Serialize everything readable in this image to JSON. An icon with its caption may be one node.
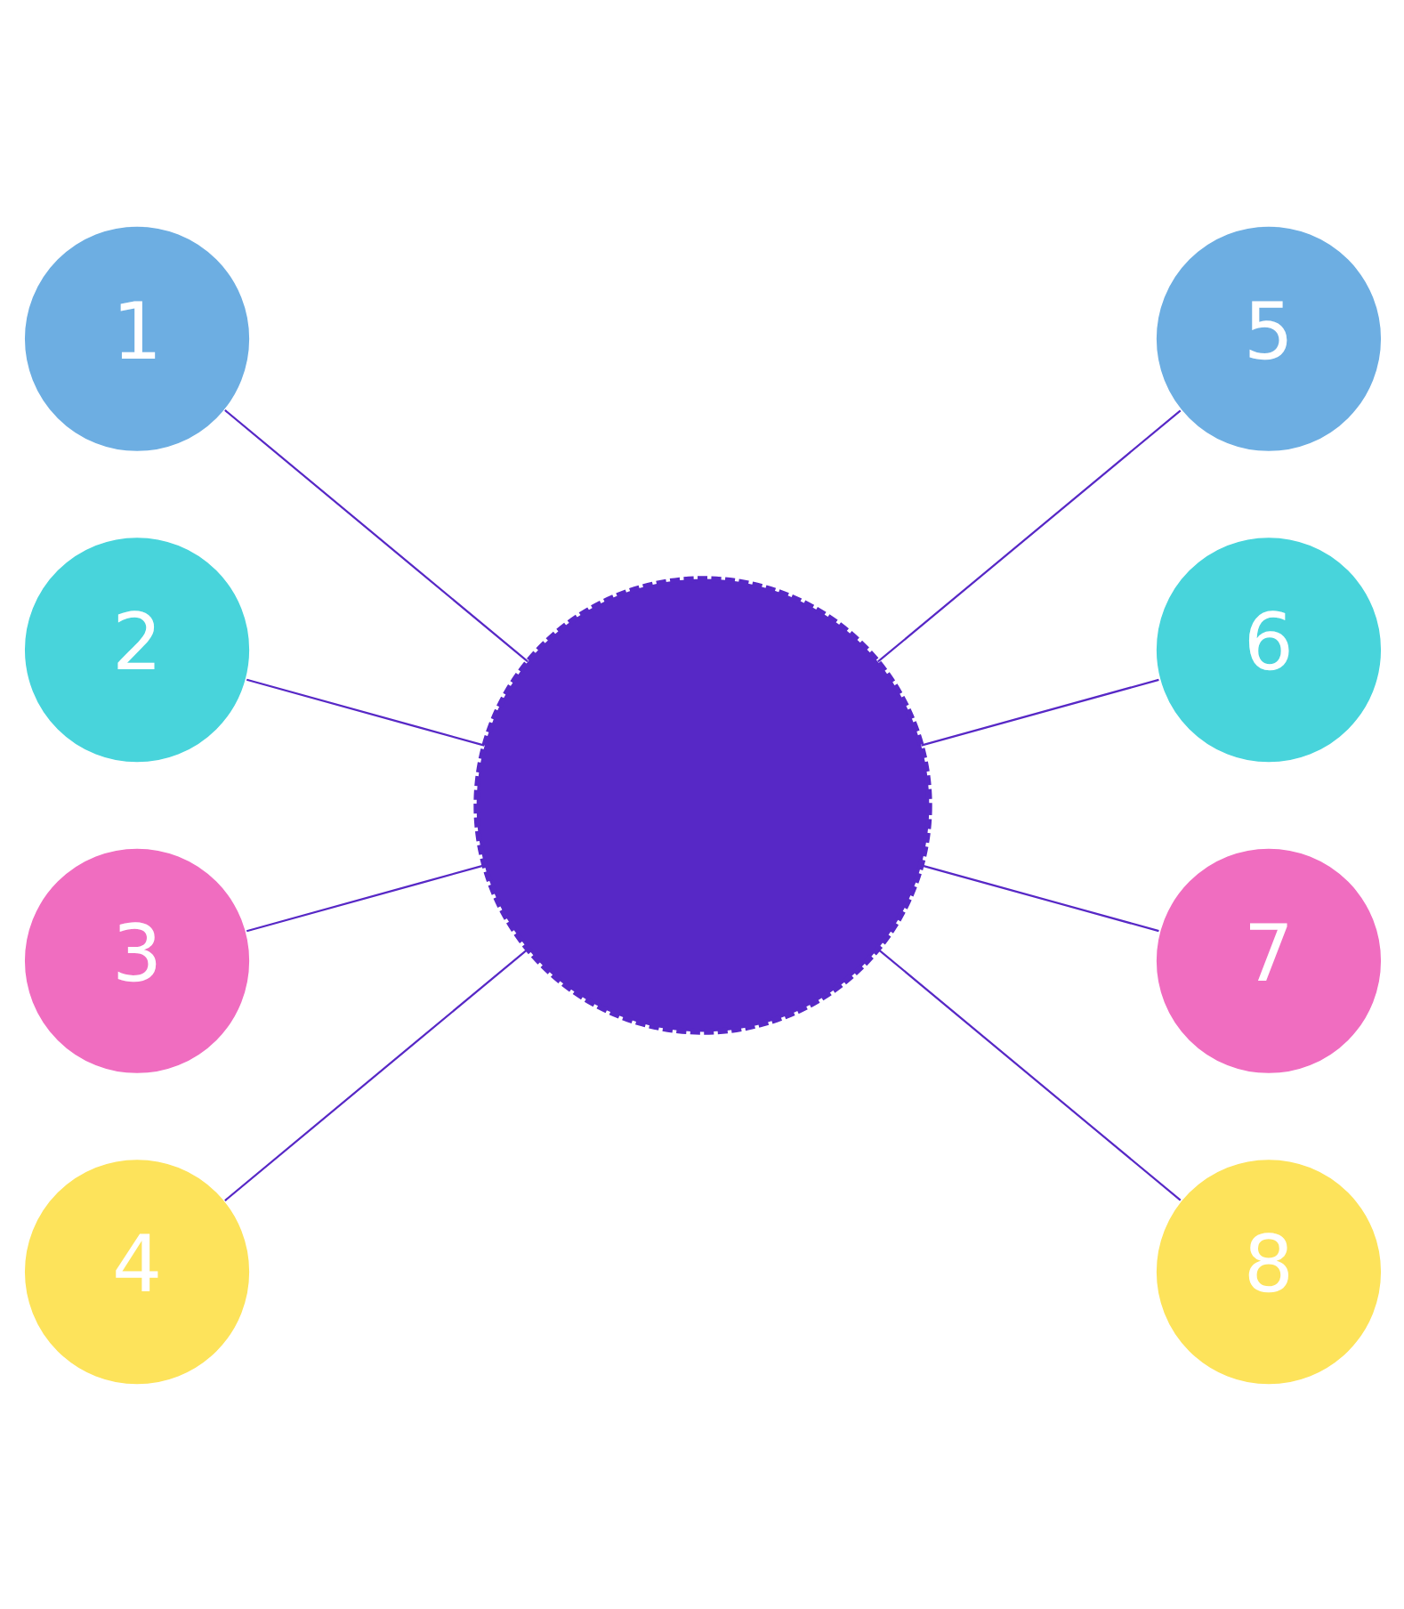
{
  "diagram": {
    "nodes": [
      {
        "text": [],
        "shape": "circle"
      },
      {
        "text": [
          "1"
        ]
      },
      {
        "text": [
          "2"
        ]
      },
      {
        "text": [
          "3"
        ]
      },
      {
        "text": [
          "4"
        ]
      },
      {
        "text": [
          "5"
        ]
      },
      {
        "text": [
          "6"
        ]
      },
      {
        "text": [
          "7"
        ]
      },
      {
        "text": [
          "8"
        ]
      }
    ],
    "edges": [
      {
        "from": 1,
        "to": 0,
        "arrow": "none"
      },
      {
        "from": 2,
        "to": 0,
        "arrow": "none"
      },
      {
        "from": 3,
        "to": 0,
        "arrow": "none"
      },
      {
        "from": 4,
        "to": 0,
        "arrow": "none"
      },
      {
        "from": 0,
        "to": 5,
        "arrow": "none"
      },
      {
        "from": 0,
        "to": 6,
        "arrow": "none"
      },
      {
        "from": 0,
        "to": 7,
        "arrow": "none"
      },
      {
        "from": 0,
        "to": 8,
        "arrow": "none"
      }
    ]
  }
}
